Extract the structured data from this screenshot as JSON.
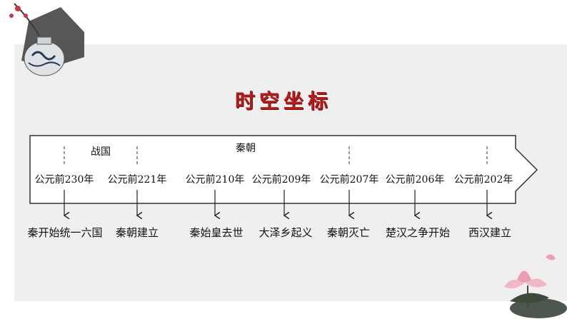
{
  "title": "时空坐标",
  "periods": [
    {
      "name": "战国"
    },
    {
      "name": "秦朝"
    }
  ],
  "years": [
    "公元前230年",
    "公元前221年",
    "公元前210年",
    "公元前209年",
    "公元前207年",
    "公元前206年",
    "公元前202年"
  ],
  "events": [
    "秦开始统一六国",
    "秦朝建立",
    "秦始皇去世",
    "大泽乡起义",
    "秦朝灭亡",
    "楚汉之争开始",
    "西汉建立"
  ],
  "colors": {
    "title": "#b11d1d",
    "panel": "#efefef",
    "line": "#222222"
  }
}
